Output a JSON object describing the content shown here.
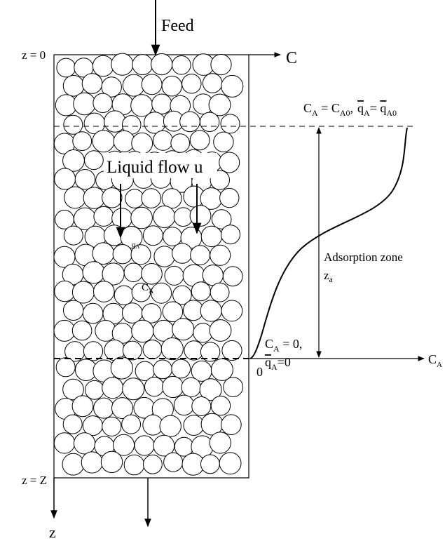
{
  "labels": {
    "feed": "Feed",
    "c_axis": "C",
    "z_axis": "z",
    "z_top": "z = 0",
    "z_bottom": "z = Z",
    "liquid_flow": "Liquid flow u",
    "q_label": "q",
    "q_sub": "A",
    "c_label": "C",
    "c_sub": "A",
    "top_cond": {
      "c": "C",
      "c_sub": "A",
      "eq": " = C",
      "c0_sub": "A0",
      "comma": ",",
      "q": "q",
      "q_sub": "A",
      "eq2": "= ",
      "q2": "q",
      "q2_sub": "A0"
    },
    "zone_title": "Adsorption zone",
    "zone_z": "z",
    "zone_z_sub": "a",
    "bottom_cond": {
      "c": "C",
      "c_sub": "A",
      "eq": " = 0,",
      "q": "q",
      "q_sub": "A",
      "eq2": "=0"
    },
    "origin": "0",
    "ca_axis": "C",
    "ca_axis_sub": "A"
  }
}
